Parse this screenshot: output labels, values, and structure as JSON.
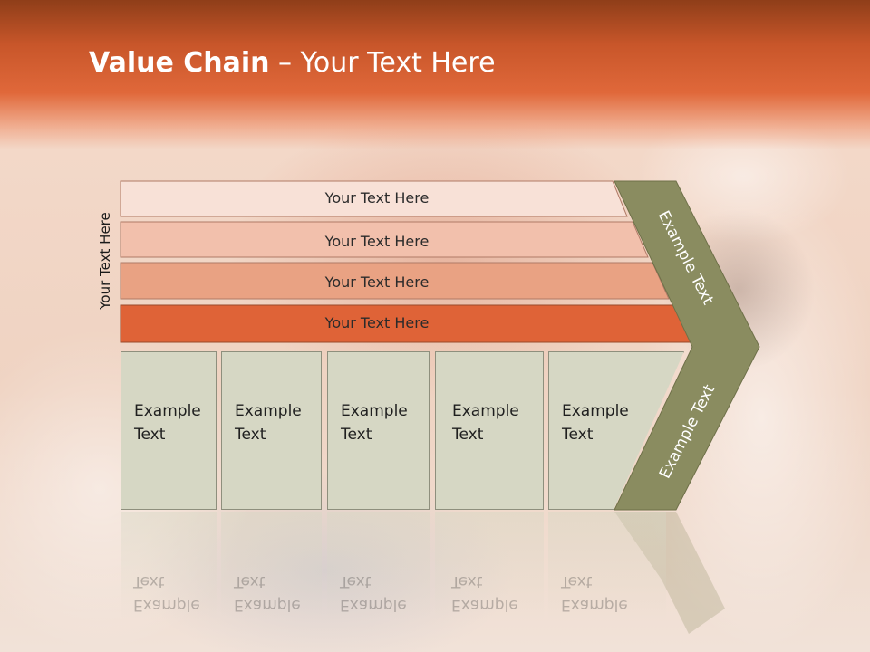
{
  "title": {
    "bold": "Value Chain",
    "rest": " – Your Text Here"
  },
  "side_label": "Your Text Here",
  "bars": [
    {
      "label": "Your Text Here",
      "color": "#f8e1d7"
    },
    {
      "label": "Your Text Here",
      "color": "#f2c0ac"
    },
    {
      "label": "Your Text Here",
      "color": "#e9a283"
    },
    {
      "label": "Your Text Here",
      "color": "#df6337"
    }
  ],
  "chevron": {
    "top_label": "Example Text",
    "bottom_label": "Example Text",
    "color": "#8a8c60"
  },
  "boxes": [
    {
      "line1": "Example",
      "line2": "Text"
    },
    {
      "line1": "Example",
      "line2": "Text"
    },
    {
      "line1": "Example",
      "line2": "Text"
    },
    {
      "line1": "Example",
      "line2": "Text"
    },
    {
      "line1": "Example",
      "line2": "Text"
    }
  ]
}
